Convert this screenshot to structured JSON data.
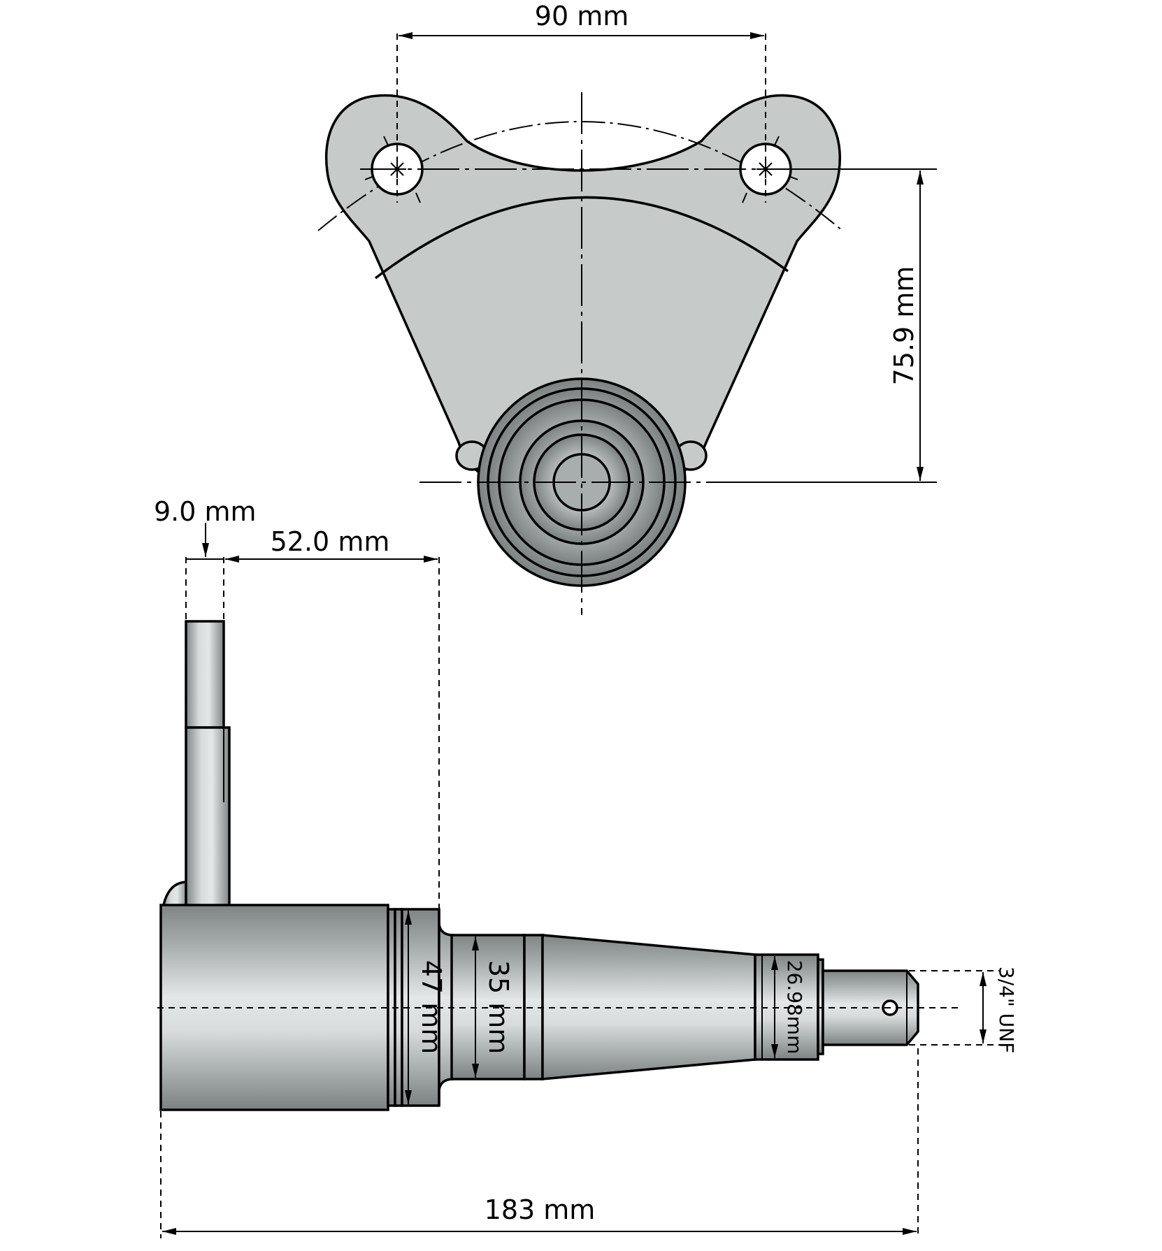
{
  "drawing": {
    "colors": {
      "plate_fill": "#c6cac9",
      "steel_light": "#e2e5e6",
      "steel_dark": "#7f8585",
      "line": "#000000"
    },
    "dimensions": {
      "hole_spacing": "90 mm",
      "height": "75.9 mm",
      "flange_thickness": "9.0 mm",
      "flange_offset": "52.0 mm",
      "collar_diameter": "47 mm",
      "bearing_diameter": "35 mm",
      "outer_bearing_diameter": "26.98mm",
      "thread": "3/4\" UNF",
      "overall_length": "183 mm"
    }
  }
}
